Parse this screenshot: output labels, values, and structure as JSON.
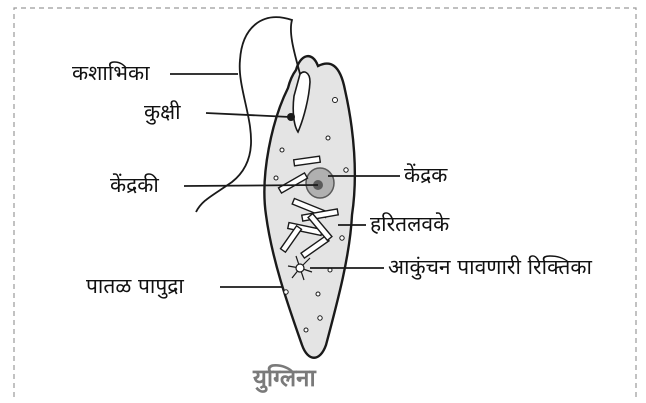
{
  "title": "युग्लिना",
  "labels": {
    "flagellum": "कशाभिका",
    "gullet": "कुक्षी",
    "nucleolus": "केंद्रकी",
    "nucleus": "केंद्रक",
    "chloroplasts": "हरितलवके",
    "contractile_vacuole": "आकुंचन पावणारी रिक्तिका",
    "pellicle": "पातळ पापुद्रा"
  }
}
